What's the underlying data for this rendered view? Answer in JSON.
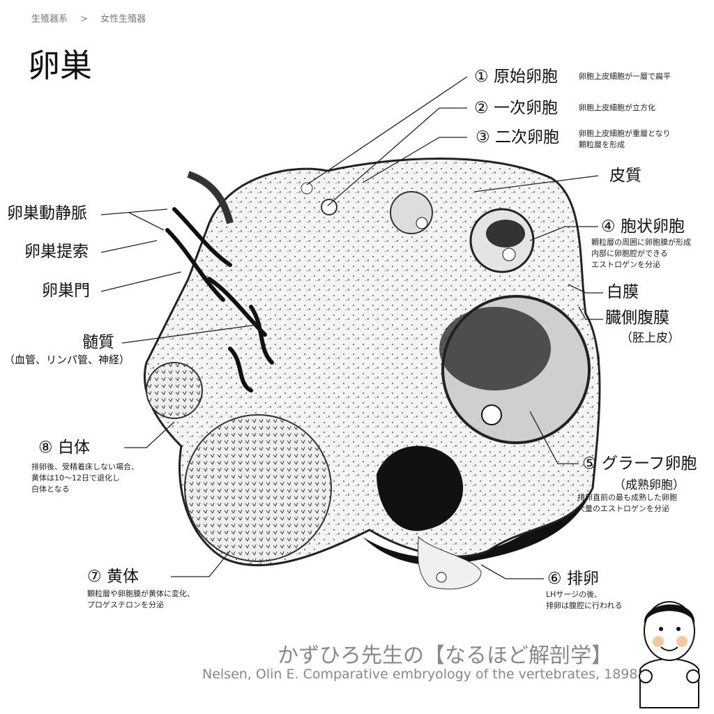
{
  "breadcrumb": {
    "parent": "生殖器系",
    "separator": ">",
    "current": "女性生殖器"
  },
  "title": "卵巣",
  "labels": {
    "primordial": {
      "num": "①",
      "name": "原始卵胞",
      "desc": [
        "卵胞上皮細胞が一層で扁平"
      ]
    },
    "primary": {
      "num": "②",
      "name": "一次卵胞",
      "desc": [
        "卵胞上皮細胞が立方化"
      ]
    },
    "secondary": {
      "num": "③",
      "name": "二次卵胞",
      "desc": [
        "卵胞上皮細胞が重層となり",
        "顆粒層を形成"
      ]
    },
    "cortex": {
      "name": "皮質"
    },
    "vesicular": {
      "num": "④",
      "name": "胞状卵胞",
      "desc": [
        "顆粒層の周囲に卵胞膜が形成",
        "内部に卵胞腔ができる",
        "エストロゲンを分泌"
      ]
    },
    "tunica": {
      "name": "白膜"
    },
    "peritoneum": {
      "name": "臓側腹膜",
      "sub": "（胚上皮）"
    },
    "graafian": {
      "num": "⑤",
      "name": "グラーフ卵胞",
      "sub": "（成熟卵胞）",
      "desc": [
        "排卵直前の最も成熟した卵胞",
        "大量のエストロゲンを分泌"
      ]
    },
    "ovulation": {
      "num": "⑥",
      "name": "排卵",
      "desc": [
        "LHサージの後、",
        "排卵は腹腔に行われる"
      ]
    },
    "luteum": {
      "num": "⑦",
      "name": "黄体",
      "desc": [
        "顆粒層や卵胞膜が黄体に変化、",
        "プロゲステロンを分泌"
      ]
    },
    "albicans": {
      "num": "⑧",
      "name": "白体",
      "desc": [
        "排卵後、受精着床しない場合、",
        "黄体は10〜12日で退化し",
        "白体となる"
      ]
    },
    "vessels": {
      "name": "卵巣動静脈"
    },
    "suspensory": {
      "name": "卵巣提索"
    },
    "hilum": {
      "name": "卵巣門"
    },
    "medulla": {
      "name": "髄質",
      "sub": "（血管、リンパ管、神経）"
    }
  },
  "footer": {
    "brand": "かずひろ先生の【なるほど解剖学】",
    "citation": "Nelsen, Olin E. Comparative embryology of the vertebrates, 1898"
  }
}
